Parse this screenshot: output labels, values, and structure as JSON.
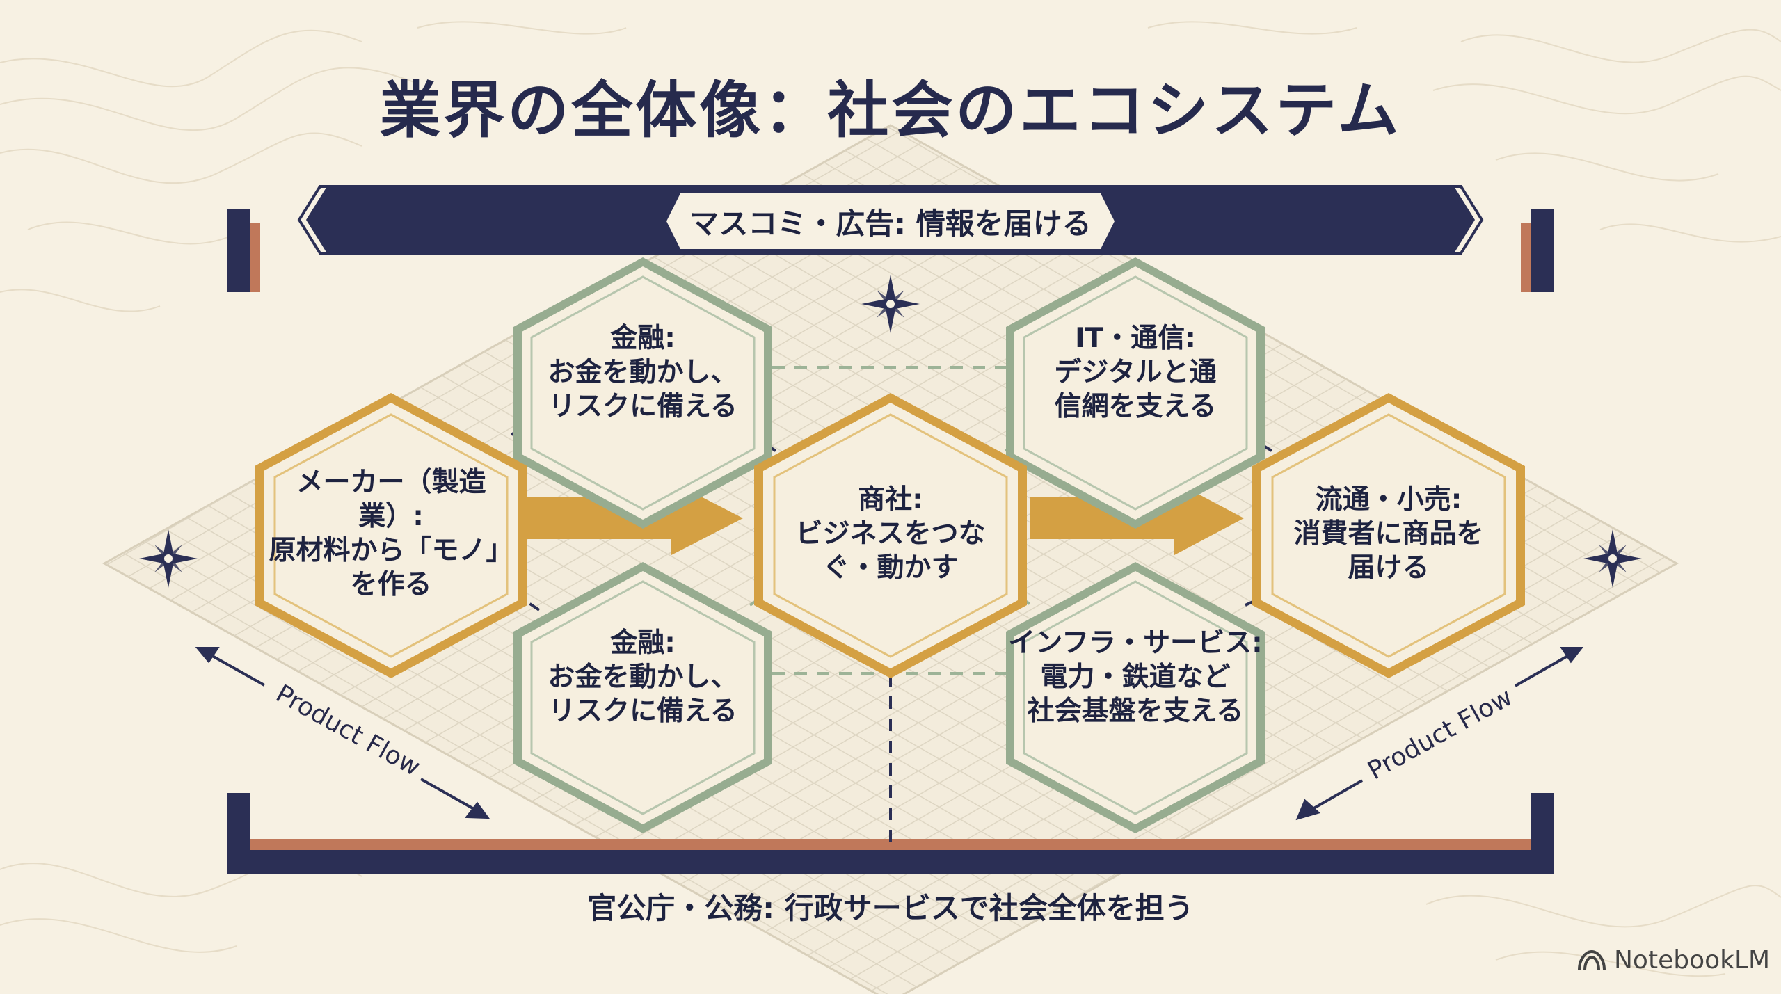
{
  "title": "業界の全体像：社会のエコシステム",
  "banner": "マスコミ・広告: 情報を届ける",
  "nodes": {
    "maker": [
      "メーカー（製造業）:",
      "原材料から「モノ」",
      "を作る"
    ],
    "finance_top": [
      "金融:",
      "お金を動かし、",
      "リスクに備える"
    ],
    "finance_bottom": [
      "金融:",
      "お金を動かし、",
      "リスクに備える"
    ],
    "trading": [
      "商社:",
      "ビジネスをつな",
      "ぐ・動かす"
    ],
    "it": [
      "IT・通信:",
      "デジタルと通",
      "信網を支える"
    ],
    "infra": [
      "インフラ・サービス:",
      "電力・鉄道など",
      "社会基盤を支える"
    ],
    "retail": [
      "流通・小売:",
      "消費者に商品を",
      "届ける"
    ]
  },
  "flow_labels": {
    "left": "Product Flow",
    "right": "Product Flow"
  },
  "footer": "官公庁・公務: 行政サービスで社会全体を担う",
  "logo": "NotebookLM",
  "colors": {
    "background": "#f7f1e3",
    "navy": "#2b2f55",
    "copper": "#c0785a",
    "gold": "#d4a043",
    "sage": "#97ac90",
    "hex_fill": "#f6efdf",
    "text": "#1e2340"
  }
}
